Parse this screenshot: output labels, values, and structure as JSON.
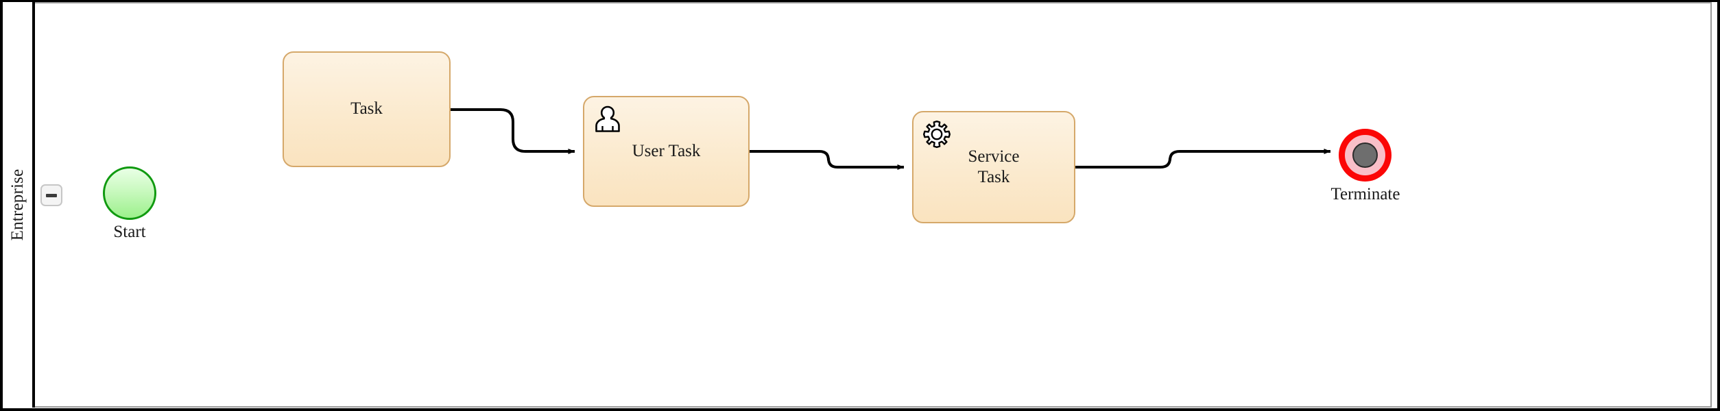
{
  "diagram": {
    "type": "bpmn-process",
    "pool": {
      "lane_label": "Entreprise",
      "collapse_button_label": "−",
      "collapse_icon": "minus-icon"
    },
    "nodes": [
      {
        "id": "start",
        "kind": "start-event",
        "label": "Start",
        "icon": "none",
        "fill": "#c9f9bf",
        "stroke": "#109a10"
      },
      {
        "id": "task",
        "kind": "task",
        "label": "Task",
        "icon": "none",
        "fill": "#fbeace",
        "stroke": "#d5a86a"
      },
      {
        "id": "user-task",
        "kind": "user-task",
        "label": "User Task",
        "icon": "user-icon",
        "fill": "#fbeace",
        "stroke": "#d5a86a"
      },
      {
        "id": "service-task",
        "kind": "service-task",
        "label": "Service\nTask",
        "label_line1": "Service",
        "label_line2": "Task",
        "icon": "gear-icon",
        "fill": "#fbeace",
        "stroke": "#d5a86a"
      },
      {
        "id": "terminate",
        "kind": "terminate-end-event",
        "label": "Terminate",
        "icon": "filled-circle-icon",
        "ring_color": "#fb0606",
        "band_color": "#f9bfc8",
        "core_color": "#6e6e6e"
      }
    ],
    "edges": [
      {
        "id": "flow-1",
        "from": "task",
        "to": "user-task",
        "kind": "sequence-flow"
      },
      {
        "id": "flow-2",
        "from": "user-task",
        "to": "service-task",
        "kind": "sequence-flow"
      },
      {
        "id": "flow-3",
        "from": "service-task",
        "to": "terminate",
        "kind": "sequence-flow"
      }
    ],
    "colors": {
      "canvas_background": "#ffffff",
      "frame": "#000000",
      "pool_border": "#9a9a9a",
      "edge_stroke": "#000000"
    }
  }
}
